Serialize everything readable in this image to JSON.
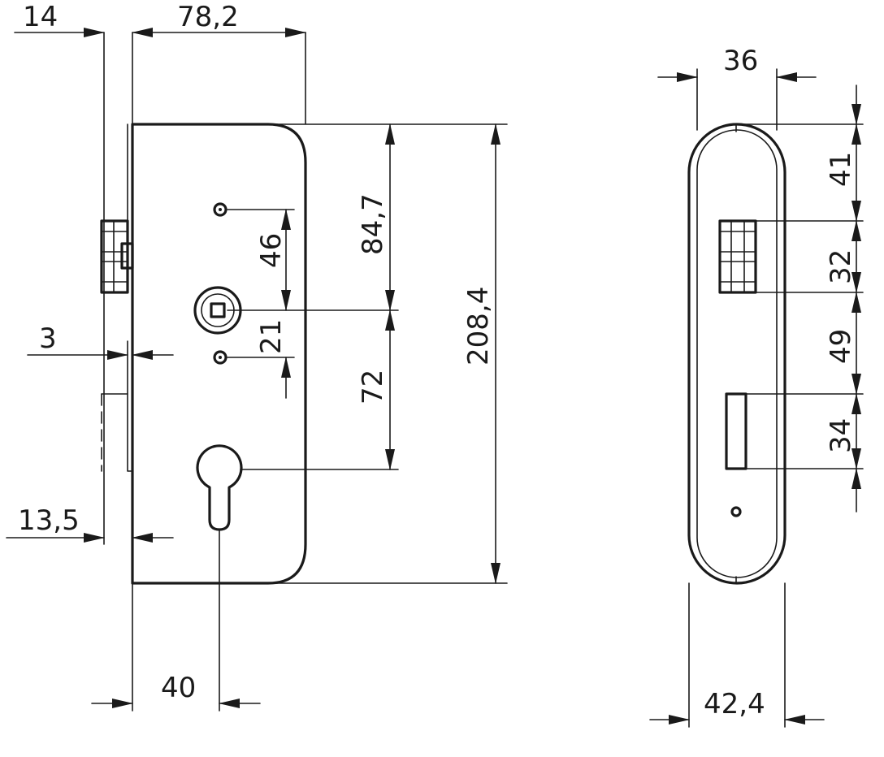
{
  "front_view": {
    "dims": {
      "backset_left": "14",
      "width": "78,2",
      "forend": "3",
      "forend_offset": "13,5",
      "backset": "40",
      "spindle_upper": "46",
      "spindle_lower": "21",
      "top_to_spindle": "84,7",
      "spindle_to_cylinder": "72",
      "height": "208,4"
    }
  },
  "side_view": {
    "dims": {
      "width_top": "36",
      "width_bottom": "42,4",
      "top_to_latch": "41",
      "latch_height": "32",
      "latch_to_bolt": "49",
      "bolt_height": "34"
    }
  }
}
